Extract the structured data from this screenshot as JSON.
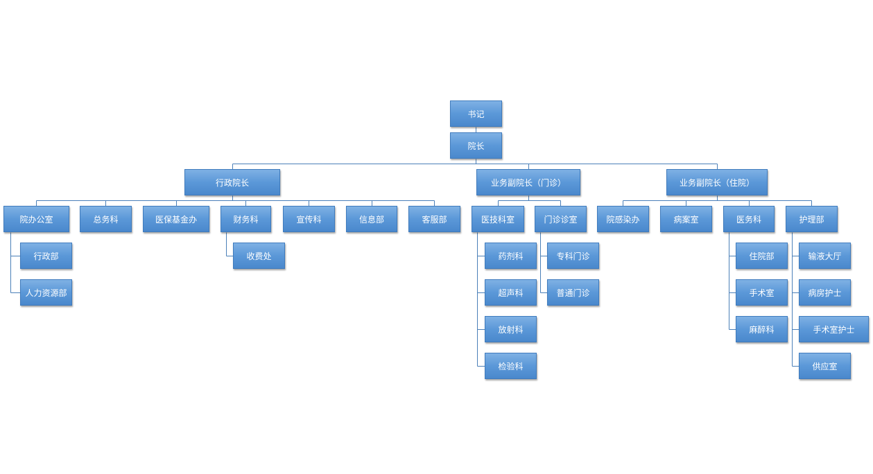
{
  "org_chart": {
    "secretary": "书记",
    "president": "院长",
    "vp_admin": {
      "title": "行政院长",
      "departments": [
        {
          "label": "院办公室",
          "children": [
            "行政部",
            "人力资源部"
          ]
        },
        {
          "label": "总务科",
          "children": []
        },
        {
          "label": "医保基金办",
          "children": []
        },
        {
          "label": "财务科",
          "children": [
            "收费处"
          ]
        },
        {
          "label": "宣传科",
          "children": []
        },
        {
          "label": "信息部",
          "children": []
        },
        {
          "label": "客服部",
          "children": []
        }
      ]
    },
    "vp_outpatient": {
      "title": "业务副院长（门诊）",
      "departments": [
        {
          "label": "医技科室",
          "children": [
            "药剂科",
            "超声科",
            "放射科",
            "检验科"
          ]
        },
        {
          "label": "门诊诊室",
          "children": [
            "专科门诊",
            "普通门诊"
          ]
        }
      ]
    },
    "vp_inpatient": {
      "title": "业务副院长（住院）",
      "departments": [
        {
          "label": "院感染办",
          "children": []
        },
        {
          "label": "病案室",
          "children": []
        },
        {
          "label": "医务科",
          "children": [
            "住院部",
            "手术室",
            "麻醉科"
          ]
        },
        {
          "label": "护理部",
          "children": [
            "输液大厅",
            "病房护士",
            "手术室护士",
            "供应室"
          ]
        }
      ]
    }
  },
  "colors": {
    "line": "#4a7fb8",
    "box_top": "#7fb1e4",
    "box_bottom": "#4a88cc",
    "box_border": "#3f7bbd",
    "text": "#ffffff"
  }
}
